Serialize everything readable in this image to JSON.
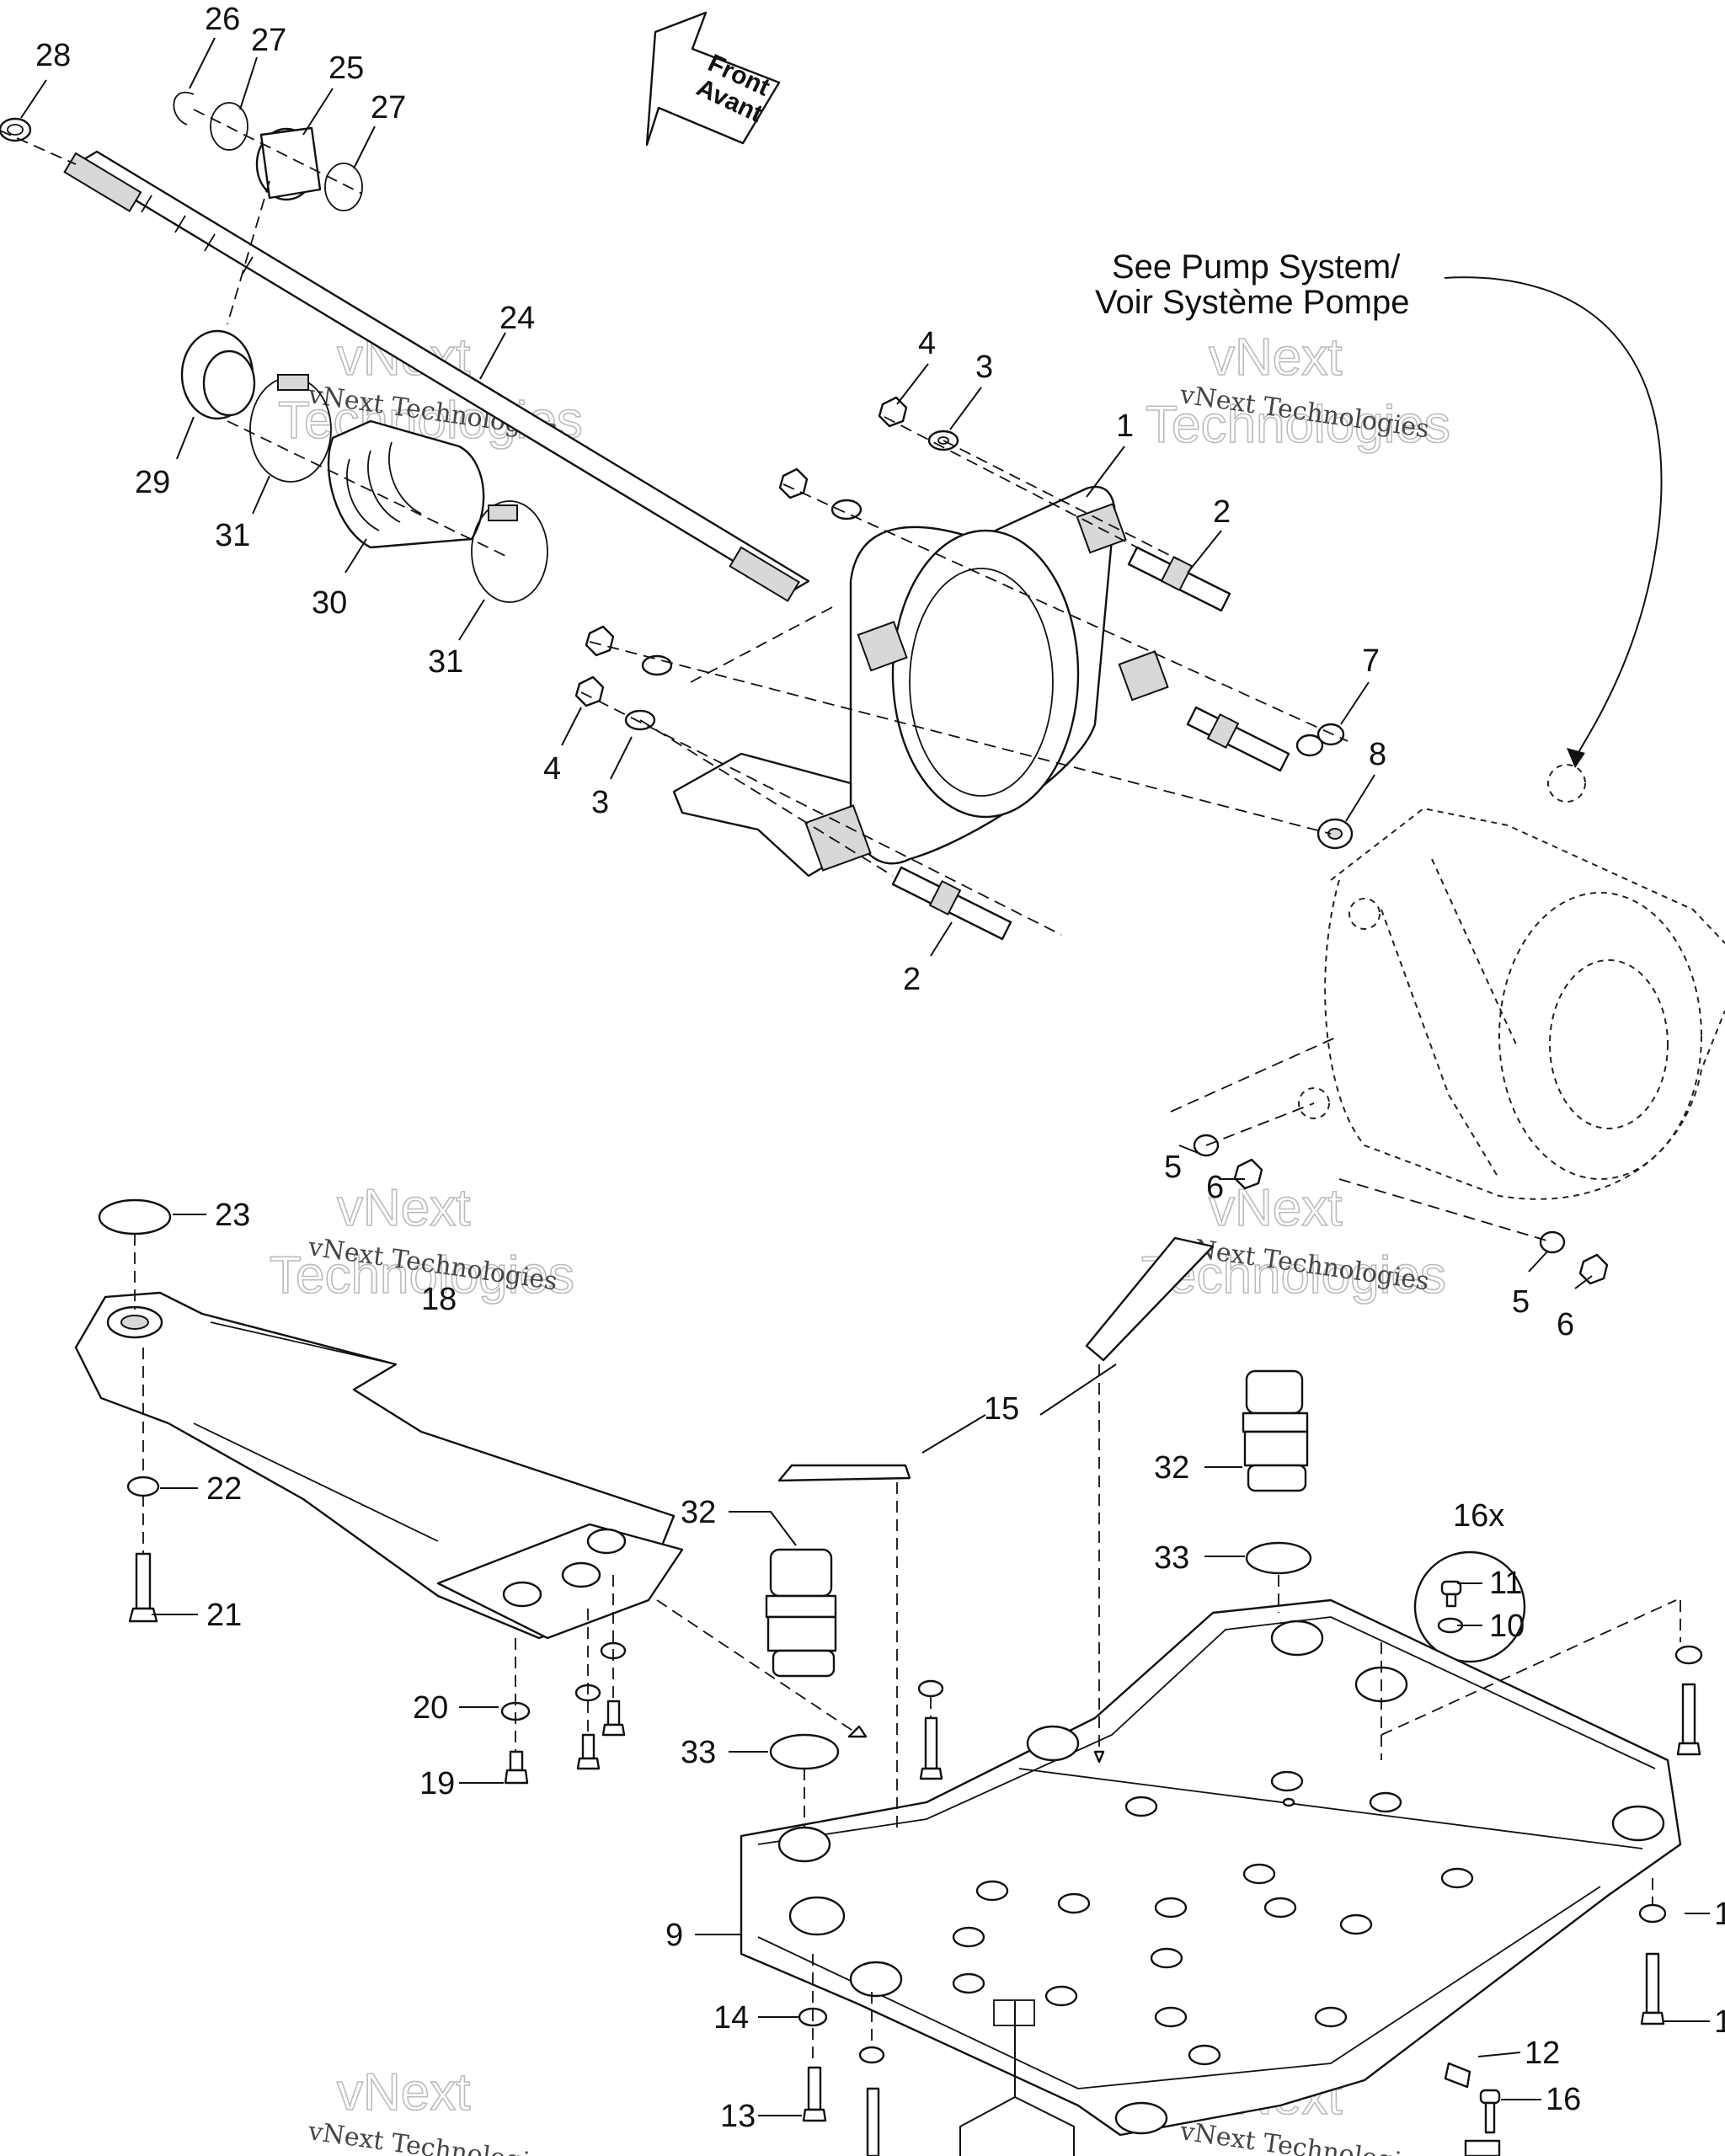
{
  "direction_arrow": {
    "line1": "Front",
    "line2": "Avant"
  },
  "reference_note": {
    "line1": "See Pump System/",
    "line2": "Voir Système Pompe"
  },
  "quantity_note": "16x",
  "watermark": {
    "brand": "vNext Technologies",
    "outline_line1": "vNext",
    "outline_line2": "Technologies"
  },
  "callouts": {
    "c28": "28",
    "c26": "26",
    "c27a": "27",
    "c25": "25",
    "c27b": "27",
    "c24": "24",
    "c29": "29",
    "c31a": "31",
    "c30": "30",
    "c31b": "31",
    "c4a": "4",
    "c3a": "3",
    "c1": "1",
    "c2a": "2",
    "c7": "7",
    "c8": "8",
    "c4b": "4",
    "c3b": "3",
    "c2b": "2",
    "c5a": "5",
    "c6a": "6",
    "c5b": "5",
    "c6b": "6",
    "c23": "23",
    "c18": "18",
    "c22": "22",
    "c21": "21",
    "c20": "20",
    "c19": "19",
    "c15": "15",
    "c32a": "32",
    "c32b": "32",
    "c33a": "33",
    "c33b": "33",
    "c11": "11",
    "c10": "10",
    "c9": "9",
    "c14": "14",
    "c13": "13",
    "c12": "12",
    "c16": "16",
    "c17a": "1",
    "c17b": "1"
  }
}
